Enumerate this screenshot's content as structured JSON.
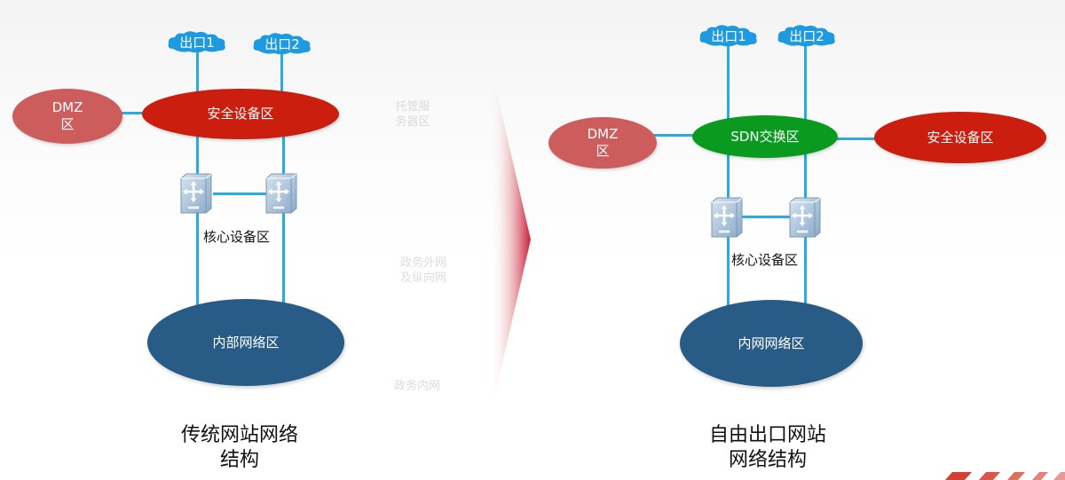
{
  "left_diagram": {
    "exits": [
      "出口1",
      "出口2"
    ],
    "dmz_label": "DMZ\n区",
    "security_label": "安全设备区",
    "core_label": "核心设备区",
    "internal_label": "内部网络区",
    "caption": "传统网站网络\n结构"
  },
  "right_diagram": {
    "exits": [
      "出口1",
      "出口2"
    ],
    "dmz_label": "DMZ\n区",
    "sdn_label": "SDN交换区",
    "security_label": "安全设备区",
    "core_label": "核心设备区",
    "internal_label": "内网网络区",
    "caption": "自由出口网站\n网络结构"
  },
  "faint_labels": [
    "托管服\n务器区",
    "政务外网\n及纵向网",
    "政务内网"
  ],
  "colors": {
    "link": "#29abe2",
    "cloud": "#1e9be0",
    "dmz": "#cd5c5c",
    "security": "#cc1e0e",
    "sdn": "#0a9a1f",
    "internal": "#285b86",
    "arrow": "#c8102e"
  },
  "icons": [
    "cloud-icon",
    "core-switch-icon",
    "transition-arrow"
  ]
}
